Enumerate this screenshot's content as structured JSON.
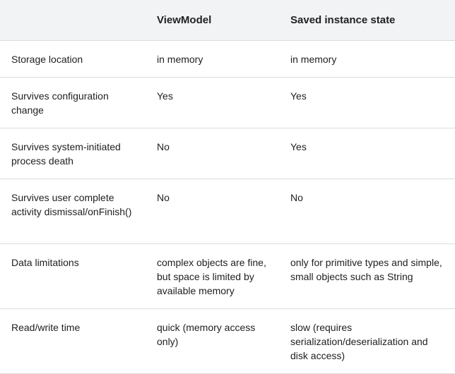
{
  "table": {
    "headers": [
      "",
      "ViewModel",
      "Saved instance state"
    ],
    "rows": [
      [
        "Storage location",
        "in memory",
        "in memory"
      ],
      [
        "Survives configuration change",
        "Yes",
        "Yes"
      ],
      [
        "Survives system-initiated process death",
        "No",
        "Yes"
      ],
      [
        "Survives user complete activity dismissal/onFinish()",
        "No",
        "No"
      ],
      [
        "Data limitations",
        "complex objects are fine, but space is limited by available memory",
        "only for primitive types and simple, small objects such as String"
      ],
      [
        "Read/write time",
        "quick (memory access only)",
        "slow (requires serialization/deserialization and disk access)"
      ]
    ]
  }
}
